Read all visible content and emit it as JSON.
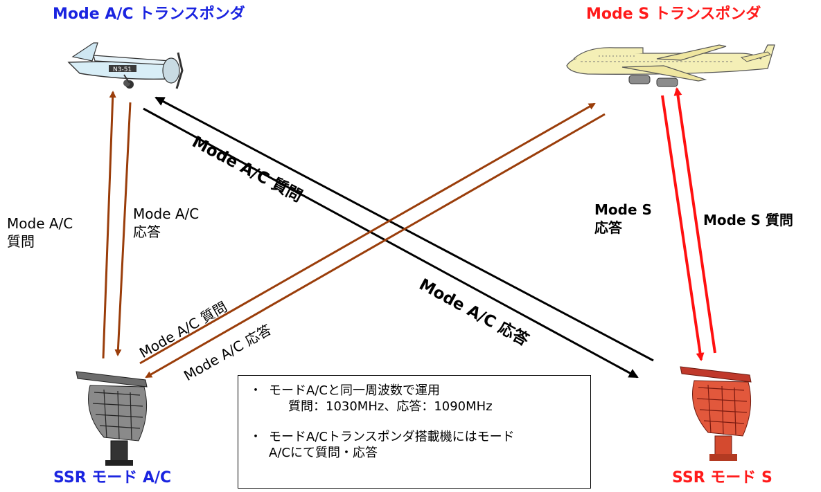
{
  "titles": {
    "ac_transponder": "Mode A/C トランスポンダ",
    "s_transponder": "Mode S トランスポンダ",
    "ssr_ac": "SSR モード A/C",
    "ssr_s": "SSR モード S"
  },
  "labels": {
    "left_interrogation": [
      "Mode A/C",
      "質問"
    ],
    "left_reply": [
      "Mode A/C",
      "応答"
    ],
    "black_interrogation": "Mode A/C 質問",
    "black_reply": "Mode A/C 応答",
    "brown_interrogation": "Mode A/C 質問",
    "brown_reply": "Mode A/C 応答",
    "right_reply": [
      "Mode S",
      "応答"
    ],
    "right_interrogation": "Mode S 質問"
  },
  "note": {
    "bullet": "・",
    "item1": "モードA/Cと同一周波数で運用",
    "item1_sub": "質問：1030MHz、応答：1090MHz",
    "item2": "モードA/Cトランスポンダ搭載機にはモード",
    "item2_cont": "A/Cにて質問・応答"
  },
  "colors": {
    "title_blue": "#1a24e0",
    "title_red": "#ff1a1a",
    "arrow_brown": "#9a3d0a",
    "arrow_black": "#000000",
    "arrow_red": "#ff1010"
  },
  "icons": {
    "small_plane": "propeller-aircraft-icon",
    "jumbo": "jet-aircraft-icon",
    "radar_ac": "radar-antenna-icon",
    "radar_s": "radar-antenna-red-icon"
  }
}
